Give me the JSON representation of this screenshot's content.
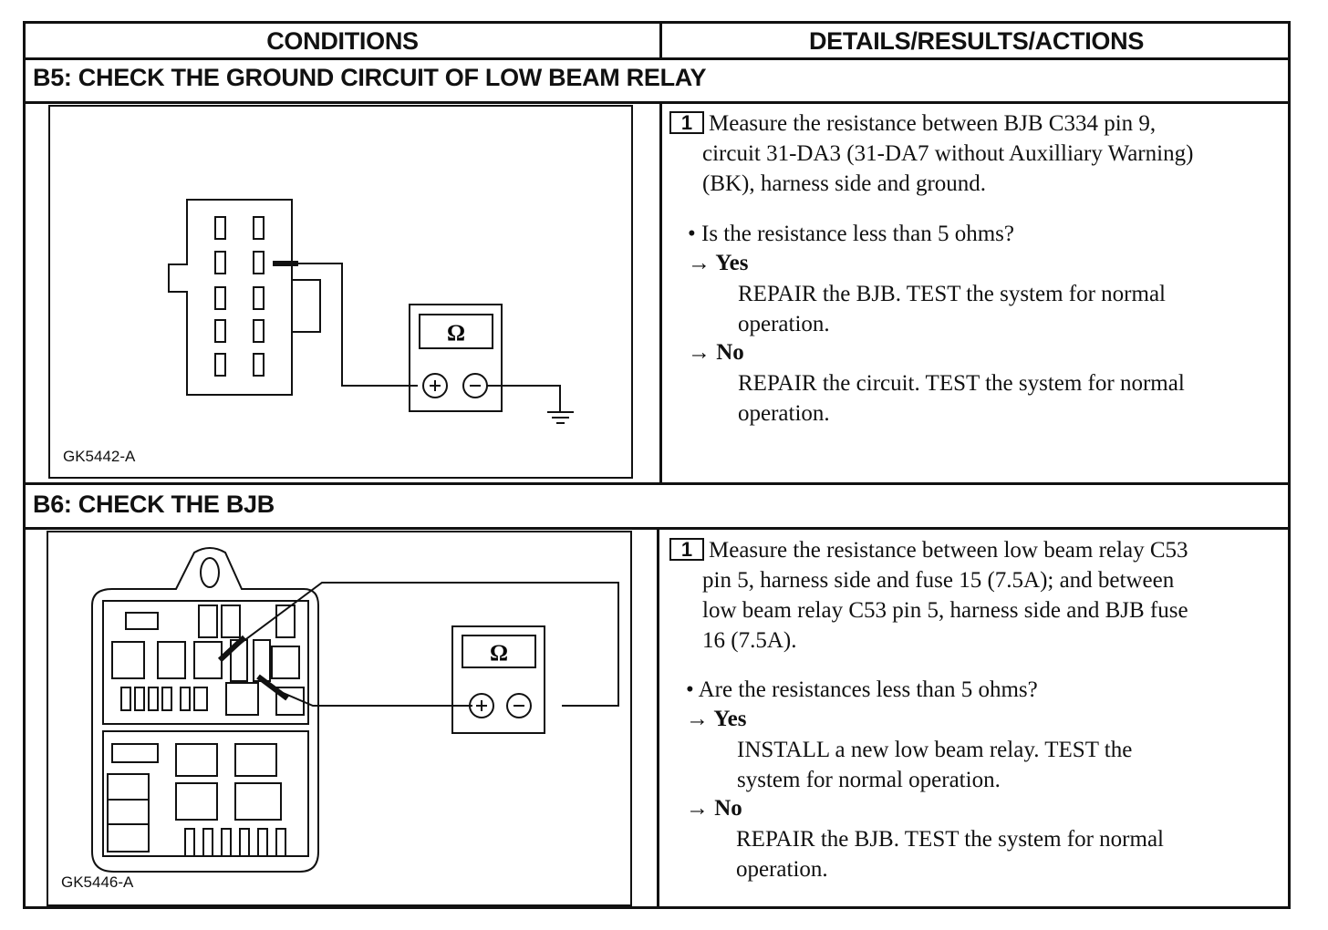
{
  "headers": {
    "conditions": "CONDITIONS",
    "details": "DETAILS/RESULTS/ACTIONS"
  },
  "b5": {
    "title": "B5: CHECK THE GROUND CIRCUIT OF LOW BEAM RELAY",
    "figure_id": "GK5442-A",
    "meter_symbol": "Ω",
    "step_number": "1",
    "step_lines": [
      "Measure the resistance between BJB C334 pin 9,",
      "circuit 31-DA3 (31-DA7 without Auxilliary Warning)",
      "(BK), harness side and ground."
    ],
    "question": "• Is the resistance less than 5 ohms?",
    "yes_label": "→ Yes",
    "yes_lines": [
      "REPAIR the BJB. TEST the system for normal",
      "operation."
    ],
    "no_label": "→ No",
    "no_lines": [
      "REPAIR the circuit. TEST the system for normal",
      "operation."
    ]
  },
  "b6": {
    "title": "B6: CHECK THE BJB",
    "figure_id": "GK5446-A",
    "meter_symbol": "Ω",
    "step_number": "1",
    "step_lines": [
      "Measure the resistance between low beam relay C53",
      "pin 5, harness side and fuse 15 (7.5A); and between",
      "low beam relay C53 pin 5, harness side and BJB fuse",
      "16 (7.5A)."
    ],
    "question": "• Are the resistances less than 5 ohms?",
    "yes_label": "→ Yes",
    "yes_lines": [
      "INSTALL a new low beam relay. TEST the",
      "system for normal operation."
    ],
    "no_label": "→ No",
    "no_lines": [
      "REPAIR the BJB. TEST the system for normal",
      "operation."
    ]
  }
}
